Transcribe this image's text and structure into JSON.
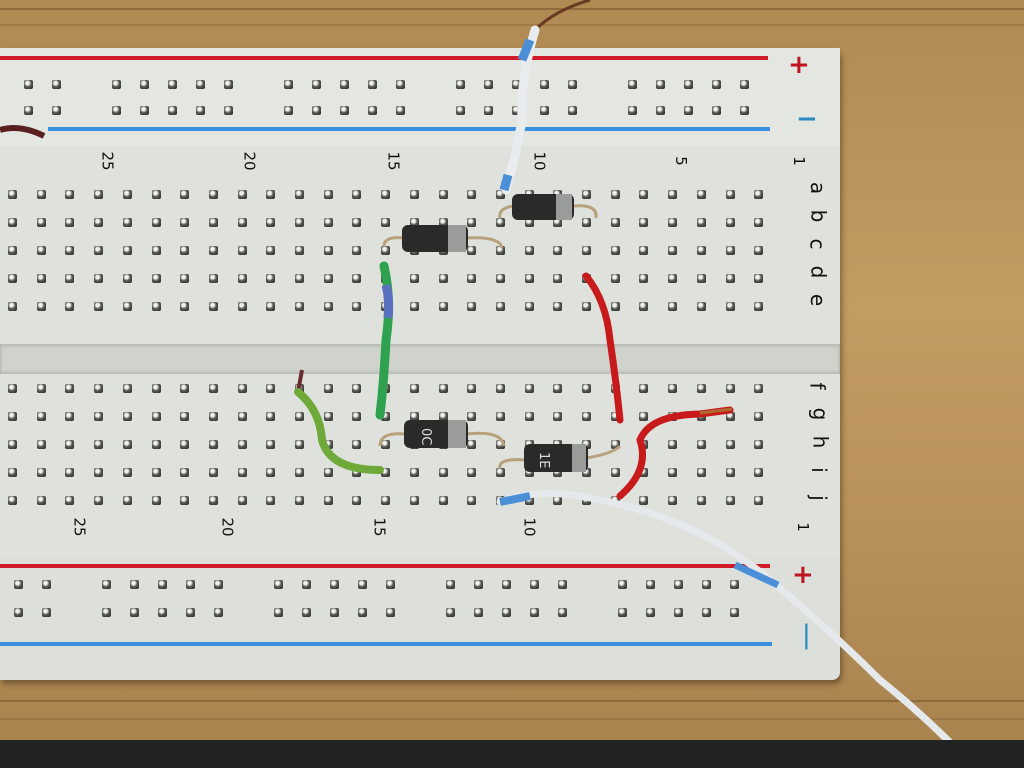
{
  "scene": {
    "description": "Photograph of a white solderless breadboard on a wooden desk with four diodes and several jumper wires",
    "surface": "wooden desk",
    "colors": {
      "board": "#dfe2dc",
      "rail_positive": "#d01c28",
      "rail_negative": "#3a8fe0",
      "wood": "#c39c62"
    }
  },
  "breadboard": {
    "top_rail": {
      "positive_sign": "+",
      "negative_sign": "−"
    },
    "bottom_rail": {
      "positive_sign": "+",
      "negative_sign": "|"
    },
    "top_column_numbers": [
      "25",
      "20",
      "15",
      "10",
      "5",
      "1"
    ],
    "bottom_column_numbers": [
      "25",
      "20",
      "15",
      "10",
      "1"
    ],
    "top_row_letters": [
      "a",
      "b",
      "c",
      "d",
      "e"
    ],
    "bottom_row_letters": [
      "f",
      "g",
      "h",
      "i",
      "j"
    ]
  },
  "components": {
    "diodes": [
      {
        "id": "D1",
        "position": "row b, columns ~10-8",
        "body": "black",
        "band": "silver"
      },
      {
        "id": "D2",
        "position": "row c, columns ~15-12",
        "body": "black",
        "band": "silver"
      },
      {
        "id": "D3",
        "position": "row h, columns ~15-12",
        "body": "black",
        "band": "silver",
        "marking": "0C"
      },
      {
        "id": "D4",
        "position": "row i, columns ~10-7",
        "body": "black",
        "band": "silver",
        "marking": "1E"
      }
    ],
    "wires": [
      {
        "color": "white/blue",
        "from": "row a col ~11",
        "to": "off-board top"
      },
      {
        "color": "green/blue",
        "from": "row d col ~15",
        "to": "row g col ~15"
      },
      {
        "color": "green",
        "from": "row f col ~18",
        "to": "row i col ~15"
      },
      {
        "color": "red",
        "from": "row d col ~8",
        "to": "row g col ~7"
      },
      {
        "color": "red",
        "from": "row j col ~7",
        "to": "off-board right"
      },
      {
        "color": "white/blue",
        "from": "row j col ~11",
        "to": "off-board bottom-right"
      },
      {
        "color": "brown",
        "from": "off-board left",
        "to": "top rail"
      }
    ]
  }
}
